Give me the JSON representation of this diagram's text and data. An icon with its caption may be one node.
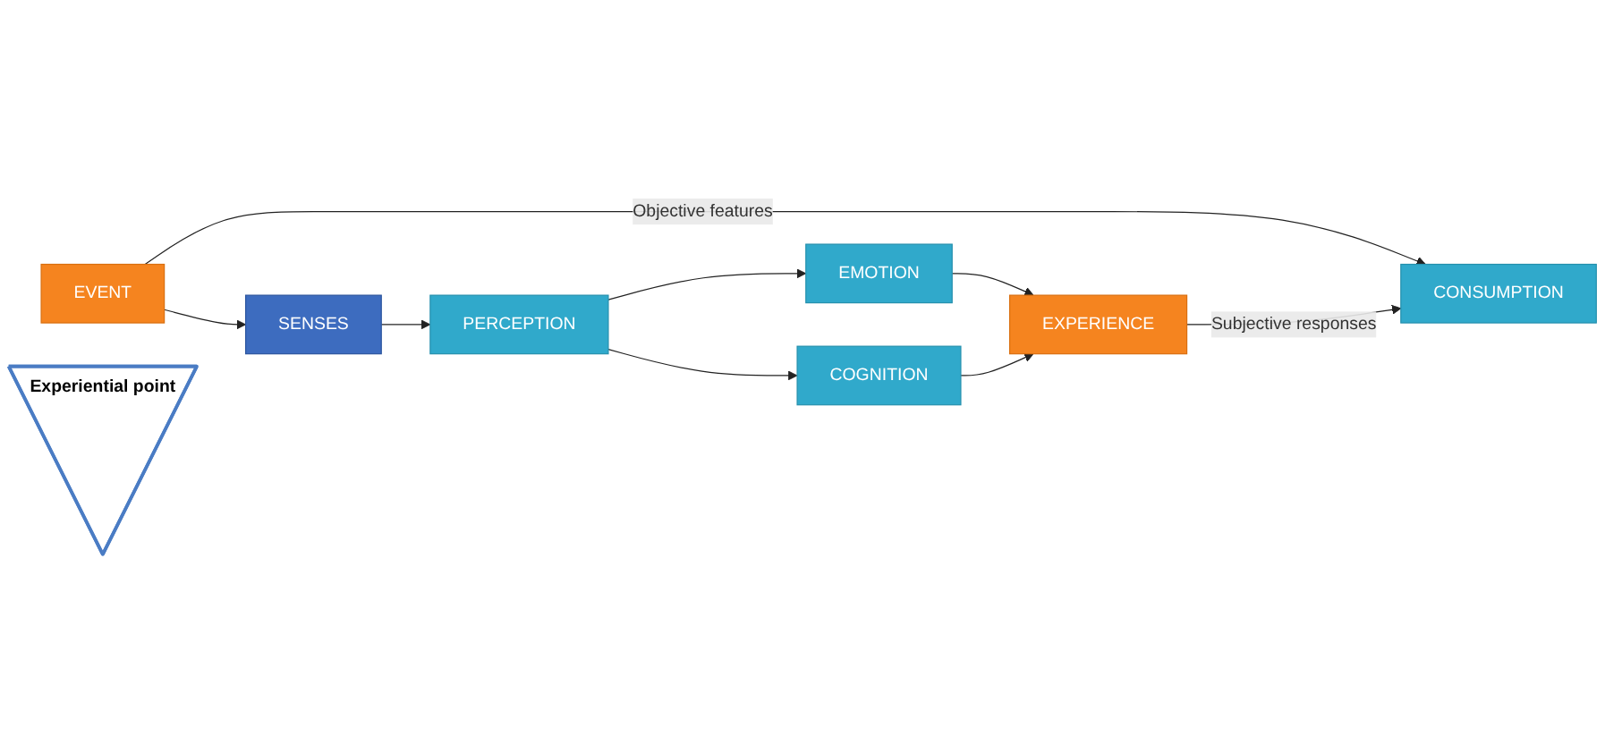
{
  "diagram": {
    "nodes": [
      {
        "text": [
          "EVENT"
        ]
      },
      {
        "text": [
          "SENSES"
        ]
      },
      {
        "text": [
          "PERCEPTION"
        ]
      },
      {
        "text": [
          "EMOTION"
        ]
      },
      {
        "text": [
          "COGNITION"
        ]
      },
      {
        "text": [
          "EXPERIENCE"
        ]
      },
      {
        "text": [
          "CONSUMPTION"
        ]
      },
      {
        "text": [
          "Experiential point"
        ]
      }
    ],
    "edges": [
      {
        "from": 0,
        "to": 1,
        "arrow": "to"
      },
      {
        "from": 1,
        "to": 2,
        "arrow": "to"
      },
      {
        "from": 2,
        "to": 3,
        "arrow": "to"
      },
      {
        "from": 2,
        "to": 4,
        "arrow": "to"
      },
      {
        "from": 3,
        "to": 5,
        "arrow": "to"
      },
      {
        "from": 4,
        "to": 5,
        "arrow": "to"
      },
      {
        "from": 0,
        "to": 6,
        "label": "Objective features",
        "arrow": "to"
      },
      {
        "from": 5,
        "to": 6,
        "label": "Subjective responses",
        "arrow": "to"
      }
    ]
  }
}
